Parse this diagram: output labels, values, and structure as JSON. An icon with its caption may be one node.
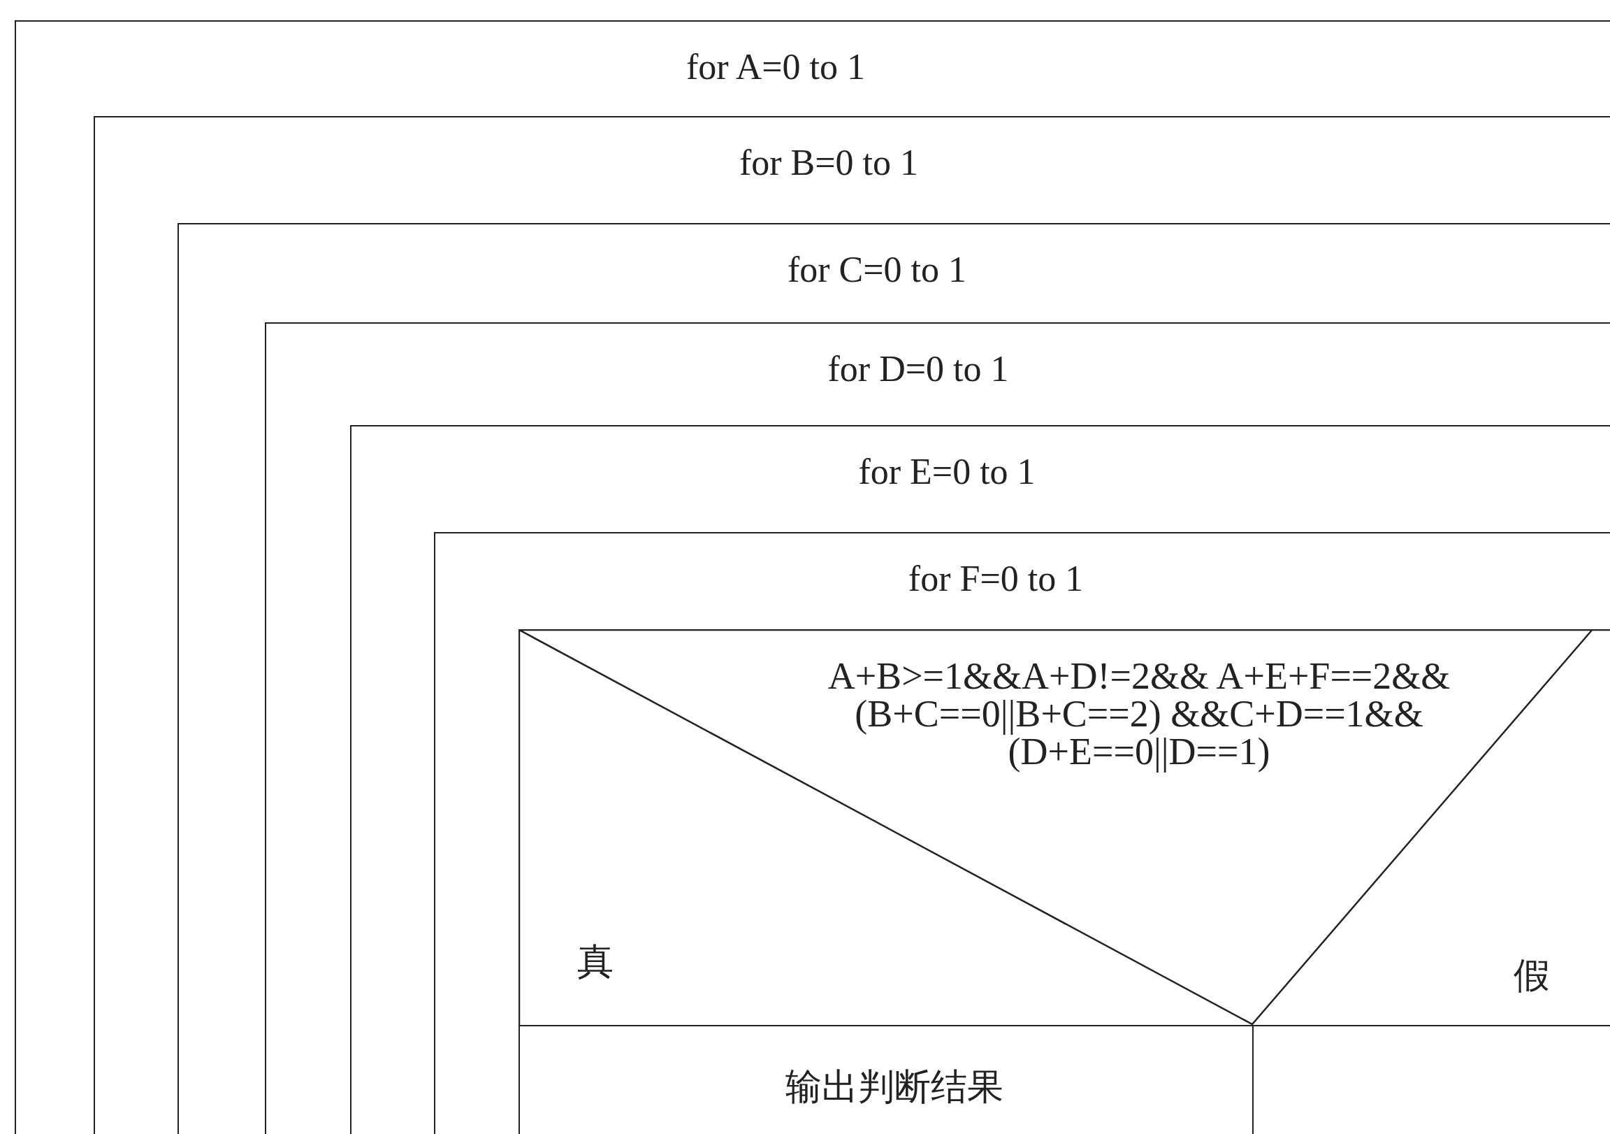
{
  "diagram": {
    "nodes": [
      {
        "text": [
          "for A=0 to 1"
        ]
      },
      {
        "text": [
          "for B=0 to 1"
        ],
        "in": 0
      },
      {
        "text": [
          "for C=0 to 1"
        ],
        "in": 1
      },
      {
        "text": [
          "for D=0 to 1"
        ],
        "in": 2
      },
      {
        "text": [
          "for E=0 to 1"
        ],
        "in": 3
      },
      {
        "text": [
          "for F=0 to 1"
        ],
        "in": 4
      },
      {
        "text": [
          "A+B>=1&&A+D!=2&& A+E+F==2&&(B+C==0||B+C==2) &&C+D==1&&(D+E==0||D==1)",
          "真",
          "假"
        ],
        "in": 5
      },
      {
        "text": [
          "输出判断结果"
        ],
        "in": 5
      },
      {
        "text": [],
        "shape": "box",
        "in": 5
      }
    ]
  }
}
